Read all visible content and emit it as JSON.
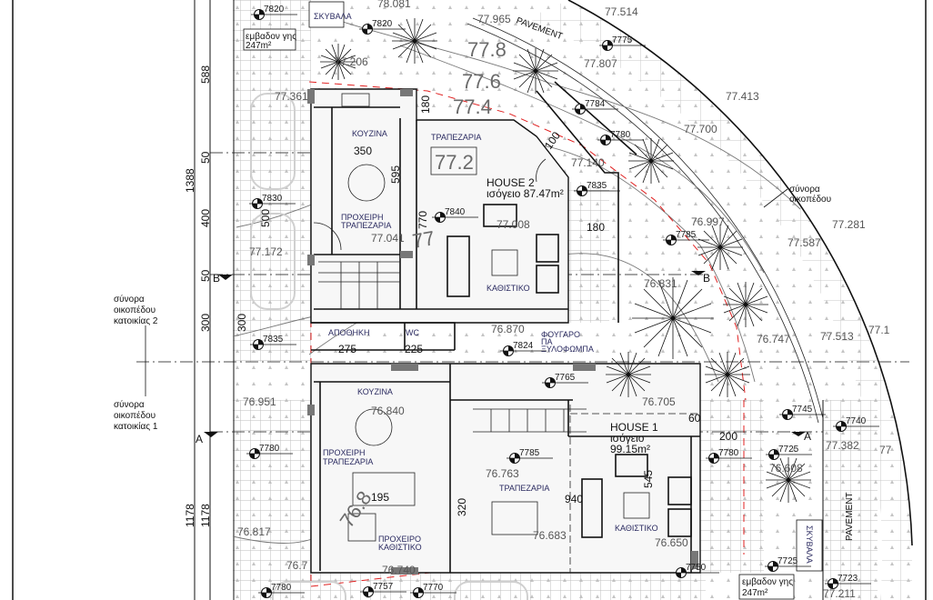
{
  "colors": {
    "wall": "#111111",
    "property_line": "#e02020",
    "paving_grid": "#bdbdbd",
    "level_text": "#555555",
    "room_text": "#2a2a60"
  },
  "dimensions": {
    "d588": "588",
    "d1388": "1388",
    "d50a": "50",
    "d400": "400",
    "d50b": "50",
    "d300a": "300",
    "d300b": "300",
    "d1178a": "1178",
    "d1178b": "1178",
    "d500": "500",
    "d350": "350",
    "d595": "595",
    "d770": "770",
    "d180a": "180",
    "d100": "100",
    "d180b": "180",
    "d275": "275",
    "d225": "225",
    "d195": "195",
    "d320": "320",
    "d940": "940",
    "d545": "545",
    "d60": "60",
    "d200": "200"
  },
  "section_marks": {
    "a_left": "A",
    "b_left": "B",
    "b_right": "B",
    "a_right": "A"
  },
  "notes": {
    "boundary2": [
      "σύνορα",
      "οικοπέδου",
      "κατοικίας 2"
    ],
    "boundary1": [
      "σύνορα",
      "οικοπέδου",
      "κατοικίας 1"
    ],
    "boundary": [
      "σύνορα",
      "οικοπέδου"
    ],
    "pavement_top": "PAVEMENT",
    "pavement_right": "PAVEMENT",
    "skyvala_top": "ΣΚΥΒΑΛΑ",
    "skyvala_bottom": "ΣΚΥΒΑΛΑ",
    "land_area_top": [
      "εμβαδον γης",
      "247m²"
    ],
    "land_area_bottom": [
      "εμβαδον γης",
      "247m²"
    ],
    "oven": [
      "ΦΟΥΓΑΡΟ",
      "ΠΑ",
      "ΞΥΛΟΦΩΜΠΑ"
    ]
  },
  "house2": {
    "title": "HOUSE 2",
    "area": "ισόγειο 87.47m²",
    "kitchen": "ΚΟΥΖΙΝΑ",
    "dining": "ΤΡΑΠΕΖΑΡΙΑ",
    "casual_dining": [
      "ΠΡΟΧΕΙΡΗ",
      "ΤΡΑΠΕΖΑΡΙΑ"
    ],
    "living": "ΚΑΘΙΣΤΙΚΟ",
    "storage": "ΑΠΟΘΗΚΗ",
    "wc": "WC"
  },
  "house1": {
    "title": "HOUSE 1",
    "area_label": "ισόγειο",
    "area": "99.15m²",
    "kitchen": "ΚΟΥΖΙΝΑ",
    "dining": "ΤΡΑΠΕΖΑΡΙΑ",
    "casual_dining": [
      "ΠΡΟΧΕΙΡΗ",
      "ΤΡΑΠΕΖΑΡΙΑ"
    ],
    "casual_living": [
      "ΠΡΟΧΕΙΡΟ",
      "ΚΑΘΙΣΤΙΚΟ"
    ],
    "living": "ΚΑΘΙΣΤΙΚΟ"
  },
  "spot_levels": [
    "7820",
    "7820",
    "7775",
    "7784",
    "7780",
    "7830",
    "7840",
    "7835",
    "7785",
    "7835",
    "7824",
    "7765",
    "7780",
    "7785",
    "7780",
    "7725",
    "7745",
    "7740",
    "7750",
    "7725",
    "7723",
    "7780",
    "7757",
    "7770"
  ],
  "elevations": [
    "78.081",
    "77.965",
    "77.514",
    "77.807",
    "77.413",
    "77.700",
    "77.140",
    "77.206",
    "77.361",
    "77.172",
    "77.041",
    "77.008",
    "76.997",
    "77.281",
    "77.587",
    "76.831",
    "76.870",
    "76.747",
    "77.513",
    "77.1",
    "76.951",
    "76.840",
    "76.705",
    "76.763",
    "77.382",
    "77",
    "76.608",
    "76.683",
    "76.650",
    "76.817",
    "76.7",
    "76.740",
    "77.211"
  ],
  "contour_labels": [
    "77.8",
    "77.6",
    "77.4",
    "77.2",
    "77",
    "76.8"
  ]
}
